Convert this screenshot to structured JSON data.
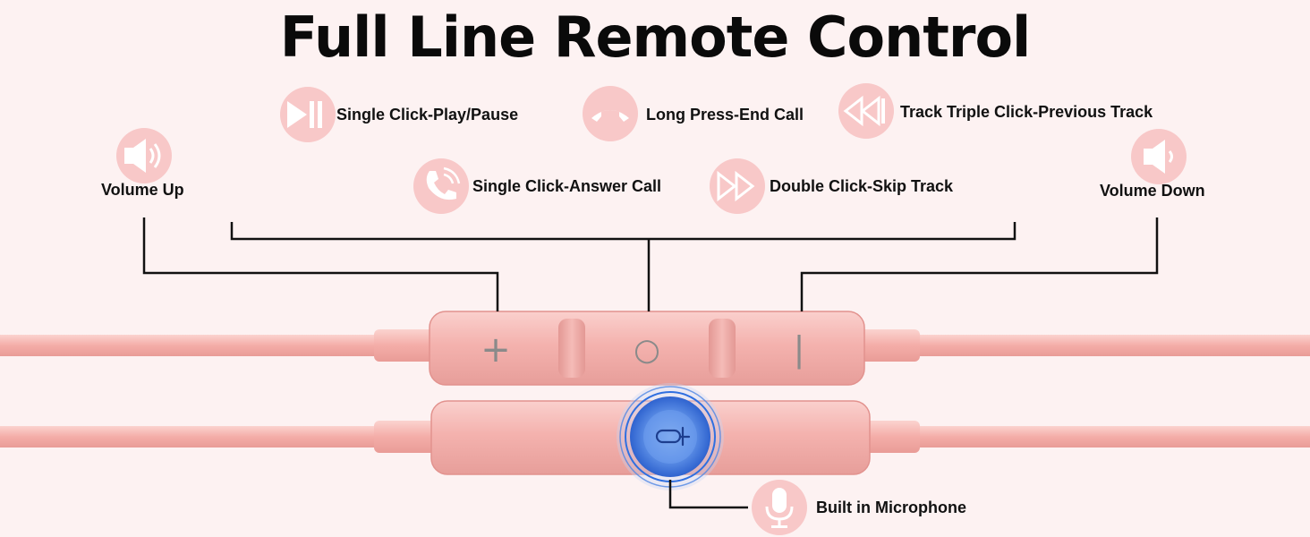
{
  "title": "Full Line Remote Control",
  "functions": {
    "play_pause": {
      "label": "Single Click-Play/Pause",
      "icon": "play-pause-icon"
    },
    "end_call": {
      "label": "Long Press-End Call",
      "icon": "phone-hangup-icon"
    },
    "previous_track": {
      "label": "Track Triple Click-Previous Track",
      "icon": "rewind-icon"
    },
    "answer_call": {
      "label": "Single Click-Answer Call",
      "icon": "phone-ringing-icon"
    },
    "skip_track": {
      "label": "Double Click-Skip Track",
      "icon": "fast-forward-icon"
    },
    "volume_up": {
      "label": "Volume Up",
      "icon": "speaker-loud-icon"
    },
    "volume_down": {
      "label": "Volume Down",
      "icon": "speaker-quiet-icon"
    },
    "microphone": {
      "label": "Built in Microphone",
      "icon": "microphone-icon"
    }
  },
  "remote": {
    "buttons": [
      "+",
      "○",
      "|"
    ]
  },
  "colors": {
    "background": "#fdf2f2",
    "icon_circle": "#f8c8c8",
    "cable": "#f6b5b0",
    "remote_body": "#f3b0ae",
    "mic_glow": "#2f6fe0",
    "lines": "#111111"
  }
}
